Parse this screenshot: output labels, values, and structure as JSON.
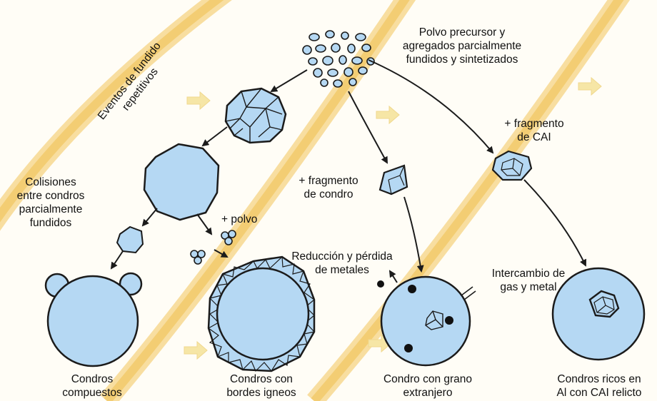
{
  "labels": {
    "repeated_melting": "Eventos de fundido\nrepetitivos",
    "precursor": "Polvo precursor y\nagregados parcialmente\nfundidos y sintetizados",
    "collisions": "Colisiones\nentre condros\nparcialmente\nfundidos",
    "plus_dust": "+ polvo",
    "plus_chondrule_fragment": "+ fragmento\nde condro",
    "plus_cai_fragment": "+ fragmento\nde CAI",
    "metal_loss": "Reducción y pérdida\nde metales",
    "gas_metal_exchange": "Intercambio de\ngas y metal",
    "compound": "Condros\ncompuestos",
    "igneous_rims": "Condros con\nbordes igneos",
    "foreign_grain": "Condro con grano\nextranjero",
    "al_rich": "Condros ricos en\nAl con CAI relicto"
  },
  "colors": {
    "chondrule_fill": "#b5d8f3",
    "outline": "#1b1b1b",
    "band": "#f6d58a",
    "band_arrow": "#f6e6a6",
    "background": "#fffdf6"
  }
}
